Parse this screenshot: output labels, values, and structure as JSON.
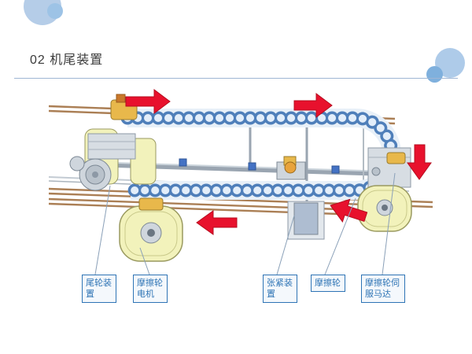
{
  "slide": {
    "title": "02 机尾装置"
  },
  "diagram": {
    "description": "机尾装置 conveyor tail assembly CAD drawing with chain loop",
    "arrow_color": "#e8112d",
    "chain_color": "#4f7fba",
    "wheel_color": "#f2f2bb",
    "rail_color": "#ab7f55",
    "label_accent": "#2e74b5",
    "arrows": [
      {
        "name": "top-left",
        "direction": "right"
      },
      {
        "name": "top-middle",
        "direction": "right"
      },
      {
        "name": "right-side",
        "direction": "down"
      },
      {
        "name": "bottom-middle",
        "direction": "left"
      },
      {
        "name": "bottom-right",
        "direction": "left-down"
      }
    ]
  },
  "labels": [
    {
      "text": "尾轮装置"
    },
    {
      "text": "摩擦轮电机"
    },
    {
      "text": "张紧装置"
    },
    {
      "text": "摩擦轮"
    },
    {
      "text": "摩擦轮伺服马达"
    }
  ]
}
